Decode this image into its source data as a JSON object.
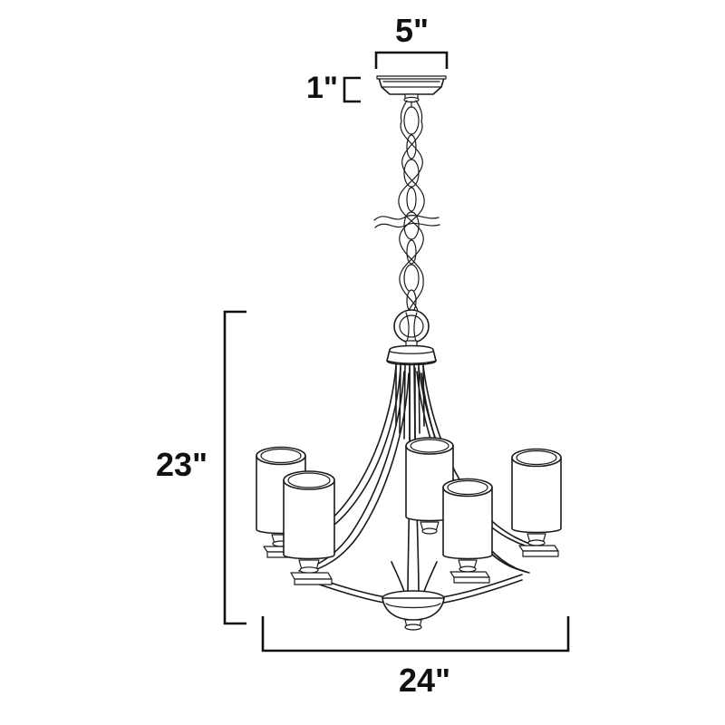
{
  "drawing": {
    "title": "Chandelier Dimensional Line Drawing",
    "subject": "5-light chandelier with chain suspension, cylindrical glass shades",
    "style": "technical line art, black outlines on white background",
    "line_color": "#1a1a1a",
    "background_color": "#ffffff",
    "fill_color": "#ffffff"
  },
  "dimensions": {
    "canopy_width": {
      "label": "5\"",
      "name": "canopy-width",
      "orientation": "horizontal",
      "position": "top",
      "value": 5,
      "unit": "inch"
    },
    "canopy_height": {
      "label": "1\"",
      "name": "canopy-height",
      "orientation": "vertical",
      "position": "upper-left",
      "value": 1,
      "unit": "inch"
    },
    "fixture_height": {
      "label": "23\"",
      "name": "fixture-height",
      "orientation": "vertical",
      "position": "left",
      "value": 23,
      "unit": "inch"
    },
    "fixture_width": {
      "label": "24\"",
      "name": "fixture-width",
      "orientation": "horizontal",
      "position": "bottom",
      "value": 24,
      "unit": "inch"
    }
  },
  "fixture": {
    "type": "chandelier",
    "light_count": 5,
    "shade_shape": "cylinder",
    "parts": [
      "ceiling-canopy",
      "suspension-chain",
      "wire-lead",
      "hanging-loop",
      "body-cap",
      "center-column",
      "curved-arms",
      "socket-cups",
      "glass-shades",
      "bottom-finial"
    ]
  }
}
